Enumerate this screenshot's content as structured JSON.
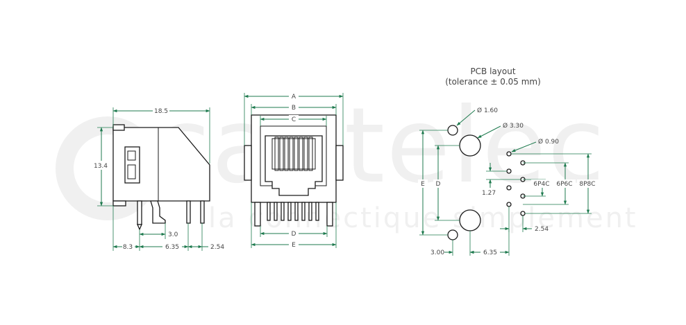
{
  "colors": {
    "dimension": "#1e7a4e",
    "outline": "#1a1a1a",
    "watermark": "#f0f0f0"
  },
  "watermark": {
    "main": "cantelec",
    "tagline": "la connectique simplement"
  },
  "side_view": {
    "width": "18.5",
    "height": "13.4",
    "pin_spacing": "3.0",
    "offset_1": "8.3",
    "offset_2": "6.35",
    "offset_3": "2.54"
  },
  "front_view": {
    "dim_a": "A",
    "dim_b": "B",
    "dim_c": "C",
    "dim_d": "D",
    "dim_e": "E"
  },
  "pcb": {
    "title": "PCB layout",
    "subtitle": "(tolerance ± 0.05 mm)",
    "hole_small": "Ø 1.60",
    "hole_large": "Ø 3.30",
    "hole_pin": "Ø 0.90",
    "dim_e": "E",
    "dim_d": "D",
    "pitch": "1.27",
    "row_pitch": "2.54",
    "bottom_1": "3.00",
    "bottom_2": "6.35",
    "variant_1": "6P4C",
    "variant_2": "6P6C",
    "variant_3": "8P8C"
  }
}
